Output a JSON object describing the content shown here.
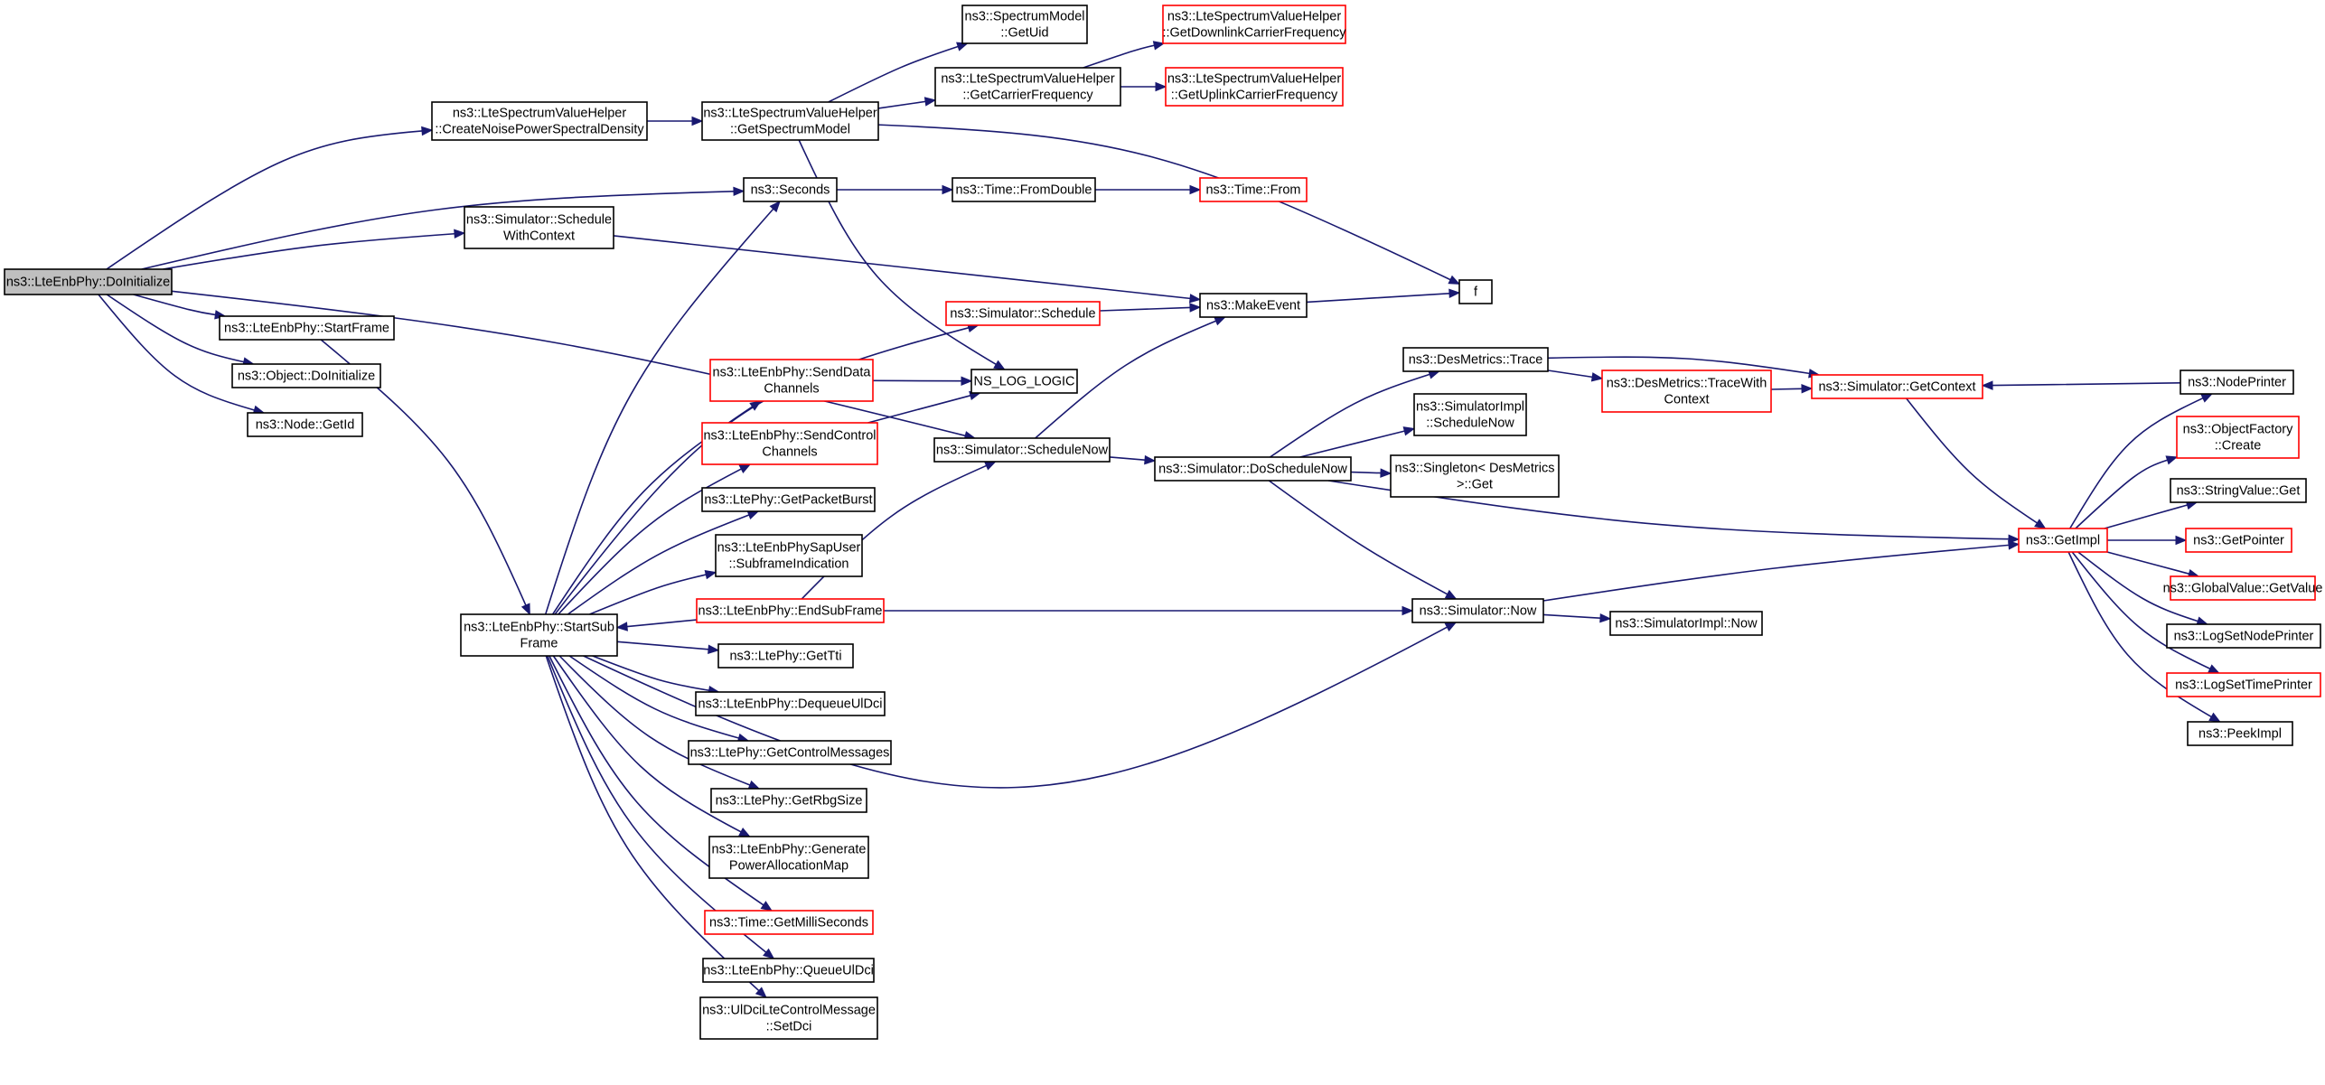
{
  "colors": {
    "edge": "#191970",
    "link_border": "#ff0000",
    "normal_border": "#000000",
    "root_fill": "#bfbfbf"
  },
  "nodes": [
    {
      "id": "n_root",
      "lines": [
        "ns3::LteEnbPhy::DoInitialize"
      ],
      "style": "root"
    },
    {
      "id": "n_cnpsd",
      "lines": [
        "ns3::LteSpectrumValueHelper",
        "::CreateNoisePowerSpectralDensity"
      ],
      "style": "normal"
    },
    {
      "id": "n_gsm",
      "lines": [
        "ns3::LteSpectrumValueHelper",
        "::GetSpectrumModel"
      ],
      "style": "normal"
    },
    {
      "id": "n_smuid",
      "lines": [
        "ns3::SpectrumModel",
        "::GetUid"
      ],
      "style": "normal"
    },
    {
      "id": "n_gcf",
      "lines": [
        "ns3::LteSpectrumValueHelper",
        "::GetCarrierFrequency"
      ],
      "style": "normal"
    },
    {
      "id": "n_gdcf",
      "lines": [
        "ns3::LteSpectrumValueHelper",
        "::GetDownlinkCarrierFrequency"
      ],
      "style": "red"
    },
    {
      "id": "n_gucf",
      "lines": [
        "ns3::LteSpectrumValueHelper",
        "::GetUplinkCarrierFrequency"
      ],
      "style": "red"
    },
    {
      "id": "n_seconds",
      "lines": [
        "ns3::Seconds"
      ],
      "style": "normal"
    },
    {
      "id": "n_fromdouble",
      "lines": [
        "ns3::Time::FromDouble"
      ],
      "style": "normal"
    },
    {
      "id": "n_from",
      "lines": [
        "ns3::Time::From"
      ],
      "style": "red"
    },
    {
      "id": "n_swc",
      "lines": [
        "ns3::Simulator::Schedule",
        "WithContext"
      ],
      "style": "normal"
    },
    {
      "id": "n_f",
      "lines": [
        "f"
      ],
      "style": "normal"
    },
    {
      "id": "n_makeevent",
      "lines": [
        "ns3::MakeEvent"
      ],
      "style": "normal"
    },
    {
      "id": "n_schedule",
      "lines": [
        "ns3::Simulator::Schedule"
      ],
      "style": "red"
    },
    {
      "id": "n_startframe",
      "lines": [
        "ns3::LteEnbPhy::StartFrame"
      ],
      "style": "normal"
    },
    {
      "id": "n_objinit",
      "lines": [
        "ns3::Object::DoInitialize"
      ],
      "style": "normal"
    },
    {
      "id": "n_nodegetid",
      "lines": [
        "ns3::Node::GetId"
      ],
      "style": "normal"
    },
    {
      "id": "n_senddata",
      "lines": [
        "ns3::LteEnbPhy::SendData",
        "Channels"
      ],
      "style": "red"
    },
    {
      "id": "n_nslog",
      "lines": [
        "NS_LOG_LOGIC"
      ],
      "style": "normal"
    },
    {
      "id": "n_sendctrl",
      "lines": [
        "ns3::LteEnbPhy::SendControl",
        "Channels"
      ],
      "style": "red"
    },
    {
      "id": "n_schednow",
      "lines": [
        "ns3::Simulator::ScheduleNow"
      ],
      "style": "normal"
    },
    {
      "id": "n_dosched",
      "lines": [
        "ns3::Simulator::DoScheduleNow"
      ],
      "style": "normal"
    },
    {
      "id": "n_dmtrace",
      "lines": [
        "ns3::DesMetrics::Trace"
      ],
      "style": "normal"
    },
    {
      "id": "n_dmtwc",
      "lines": [
        "ns3::DesMetrics::TraceWith",
        "Context"
      ],
      "style": "red"
    },
    {
      "id": "n_getctx",
      "lines": [
        "ns3::Simulator::GetContext"
      ],
      "style": "red"
    },
    {
      "id": "n_nodeprinter",
      "lines": [
        "ns3::NodePrinter"
      ],
      "style": "normal"
    },
    {
      "id": "n_simimplsched",
      "lines": [
        "ns3::SimulatorImpl",
        "::ScheduleNow"
      ],
      "style": "normal"
    },
    {
      "id": "n_singleton",
      "lines": [
        "ns3::Singleton< DesMetrics",
        ">::Get"
      ],
      "style": "normal"
    },
    {
      "id": "n_objfactory",
      "lines": [
        "ns3::ObjectFactory",
        "::Create"
      ],
      "style": "red"
    },
    {
      "id": "n_stringget",
      "lines": [
        "ns3::StringValue::Get"
      ],
      "style": "normal"
    },
    {
      "id": "n_getimpl",
      "lines": [
        "ns3::GetImpl"
      ],
      "style": "red"
    },
    {
      "id": "n_getpointer",
      "lines": [
        "ns3::GetPointer"
      ],
      "style": "red"
    },
    {
      "id": "n_globalget",
      "lines": [
        "ns3::GlobalValue::GetValue"
      ],
      "style": "red"
    },
    {
      "id": "n_logsetnode",
      "lines": [
        "ns3::LogSetNodePrinter"
      ],
      "style": "normal"
    },
    {
      "id": "n_logsettime",
      "lines": [
        "ns3::LogSetTimePrinter"
      ],
      "style": "red"
    },
    {
      "id": "n_peekimpl",
      "lines": [
        "ns3::PeekImpl"
      ],
      "style": "normal"
    },
    {
      "id": "n_getpb",
      "lines": [
        "ns3::LtePhy::GetPacketBurst"
      ],
      "style": "normal"
    },
    {
      "id": "n_sapuser",
      "lines": [
        "ns3::LteEnbPhySapUser",
        "::SubframeIndication"
      ],
      "style": "normal"
    },
    {
      "id": "n_startsub",
      "lines": [
        "ns3::LteEnbPhy::StartSub",
        "Frame"
      ],
      "style": "normal"
    },
    {
      "id": "n_endsub",
      "lines": [
        "ns3::LteEnbPhy::EndSubFrame"
      ],
      "style": "red"
    },
    {
      "id": "n_simnow",
      "lines": [
        "ns3::Simulator::Now"
      ],
      "style": "normal"
    },
    {
      "id": "n_simimplnow",
      "lines": [
        "ns3::SimulatorImpl::Now"
      ],
      "style": "normal"
    },
    {
      "id": "n_gettti",
      "lines": [
        "ns3::LtePhy::GetTti"
      ],
      "style": "normal"
    },
    {
      "id": "n_dequeue",
      "lines": [
        "ns3::LteEnbPhy::DequeueUlDci"
      ],
      "style": "normal"
    },
    {
      "id": "n_getctrlmsg",
      "lines": [
        "ns3::LtePhy::GetControlMessages"
      ],
      "style": "normal"
    },
    {
      "id": "n_getrbg",
      "lines": [
        "ns3::LtePhy::GetRbgSize"
      ],
      "style": "normal"
    },
    {
      "id": "n_genpam",
      "lines": [
        "ns3::LteEnbPhy::Generate",
        "PowerAllocationMap"
      ],
      "style": "normal"
    },
    {
      "id": "n_getms",
      "lines": [
        "ns3::Time::GetMilliSeconds"
      ],
      "style": "red"
    },
    {
      "id": "n_queue",
      "lines": [
        "ns3::LteEnbPhy::QueueUlDci"
      ],
      "style": "normal"
    },
    {
      "id": "n_uldci",
      "lines": [
        "ns3::UlDciLteControlMessage",
        "::SetDci"
      ],
      "style": "normal"
    }
  ],
  "edges": [
    [
      "n_root",
      "n_cnpsd"
    ],
    [
      "n_root",
      "n_seconds"
    ],
    [
      "n_root",
      "n_swc"
    ],
    [
      "n_root",
      "n_schednow"
    ],
    [
      "n_root",
      "n_startframe"
    ],
    [
      "n_root",
      "n_objinit"
    ],
    [
      "n_root",
      "n_nodegetid"
    ],
    [
      "n_cnpsd",
      "n_gsm"
    ],
    [
      "n_gsm",
      "n_smuid"
    ],
    [
      "n_gsm",
      "n_gcf"
    ],
    [
      "n_gsm",
      "n_f"
    ],
    [
      "n_gsm",
      "n_nslog"
    ],
    [
      "n_gcf",
      "n_gdcf"
    ],
    [
      "n_gcf",
      "n_gucf"
    ],
    [
      "n_seconds",
      "n_fromdouble"
    ],
    [
      "n_fromdouble",
      "n_from"
    ],
    [
      "n_swc",
      "n_makeevent"
    ],
    [
      "n_makeevent",
      "n_f"
    ],
    [
      "n_schedule",
      "n_makeevent"
    ],
    [
      "n_startframe",
      "n_startsub"
    ],
    [
      "n_senddata",
      "n_nslog"
    ],
    [
      "n_sendctrl",
      "n_nslog"
    ],
    [
      "n_schednow",
      "n_makeevent"
    ],
    [
      "n_schednow",
      "n_dosched"
    ],
    [
      "n_dosched",
      "n_dmtrace"
    ],
    [
      "n_dosched",
      "n_simimplsched"
    ],
    [
      "n_dosched",
      "n_singleton"
    ],
    [
      "n_dosched",
      "n_getimpl"
    ],
    [
      "n_dosched",
      "n_simnow"
    ],
    [
      "n_dmtrace",
      "n_dmtwc"
    ],
    [
      "n_dmtrace",
      "n_getctx"
    ],
    [
      "n_dmtwc",
      "n_getctx"
    ],
    [
      "n_getctx",
      "n_getimpl"
    ],
    [
      "n_nodeprinter",
      "n_getctx"
    ],
    [
      "n_getimpl",
      "n_nodeprinter"
    ],
    [
      "n_getimpl",
      "n_objfactory"
    ],
    [
      "n_getimpl",
      "n_stringget"
    ],
    [
      "n_getimpl",
      "n_getpointer"
    ],
    [
      "n_getimpl",
      "n_globalget"
    ],
    [
      "n_getimpl",
      "n_logsetnode"
    ],
    [
      "n_getimpl",
      "n_logsettime"
    ],
    [
      "n_getimpl",
      "n_peekimpl"
    ],
    [
      "n_simnow",
      "n_getimpl"
    ],
    [
      "n_simnow",
      "n_simimplnow"
    ],
    [
      "n_endsub",
      "n_startsub"
    ],
    [
      "n_endsub",
      "n_schednow"
    ],
    [
      "n_endsub",
      "n_simnow"
    ],
    [
      "n_startsub",
      "n_seconds"
    ],
    [
      "n_startsub",
      "n_schedule"
    ],
    [
      "n_startsub",
      "n_senddata"
    ],
    [
      "n_startsub",
      "n_sendctrl"
    ],
    [
      "n_startsub",
      "n_getpb"
    ],
    [
      "n_startsub",
      "n_sapuser"
    ],
    [
      "n_startsub",
      "n_gettti"
    ],
    [
      "n_startsub",
      "n_dequeue"
    ],
    [
      "n_startsub",
      "n_getctrlmsg"
    ],
    [
      "n_startsub",
      "n_getrbg"
    ],
    [
      "n_startsub",
      "n_genpam"
    ],
    [
      "n_startsub",
      "n_getms"
    ],
    [
      "n_startsub",
      "n_queue"
    ],
    [
      "n_startsub",
      "n_uldci"
    ],
    [
      "n_startsub",
      "n_simnow"
    ]
  ]
}
